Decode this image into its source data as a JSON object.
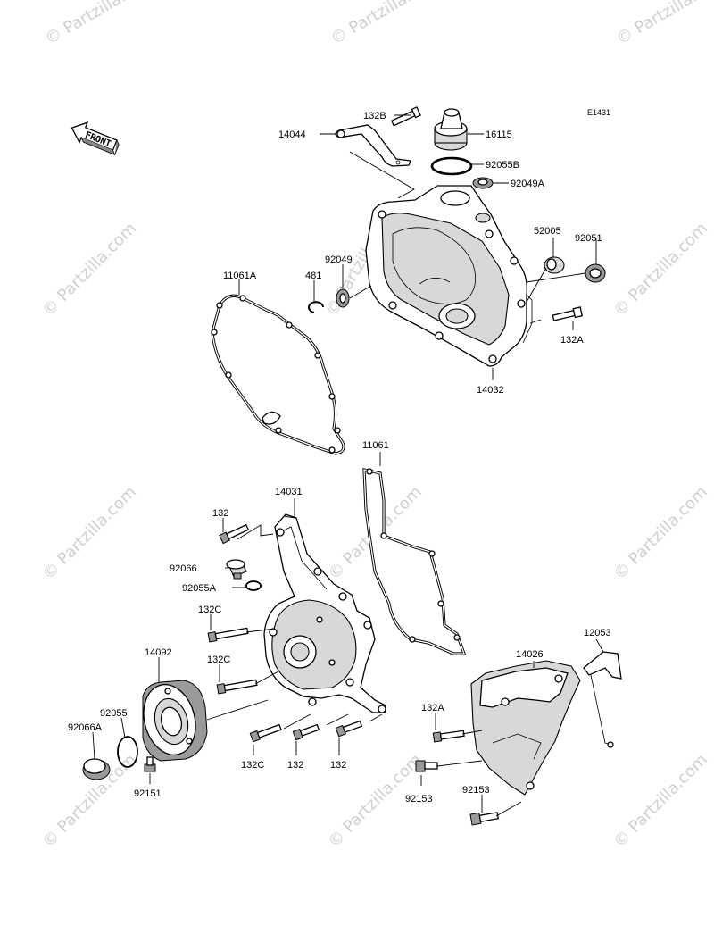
{
  "diagram_code": "E1431",
  "front_label": "FRONT",
  "watermark": "© Partzilla.com",
  "labels": {
    "l132B": "132B",
    "l16115": "16115",
    "l14044": "14044",
    "l92055B": "92055B",
    "l92049A": "92049A",
    "l52005": "52005",
    "l92051": "92051",
    "l11061A": "11061A",
    "l481": "481",
    "l92049": "92049",
    "l132A_top": "132A",
    "l14032": "14032",
    "l11061": "11061",
    "l14031": "14031",
    "l132_top": "132",
    "l92066": "92066",
    "l92055A": "92055A",
    "l132C_a": "132C",
    "l14092": "14092",
    "l132C_b": "132C",
    "l92055": "92055",
    "l92066A": "92066A",
    "l92151": "92151",
    "l132C_c": "132C",
    "l132_b1": "132",
    "l132_b2": "132",
    "l14026": "14026",
    "l12053": "12053",
    "l132A_b": "132A",
    "l92153_a": "92153",
    "l92153_b": "92153"
  }
}
